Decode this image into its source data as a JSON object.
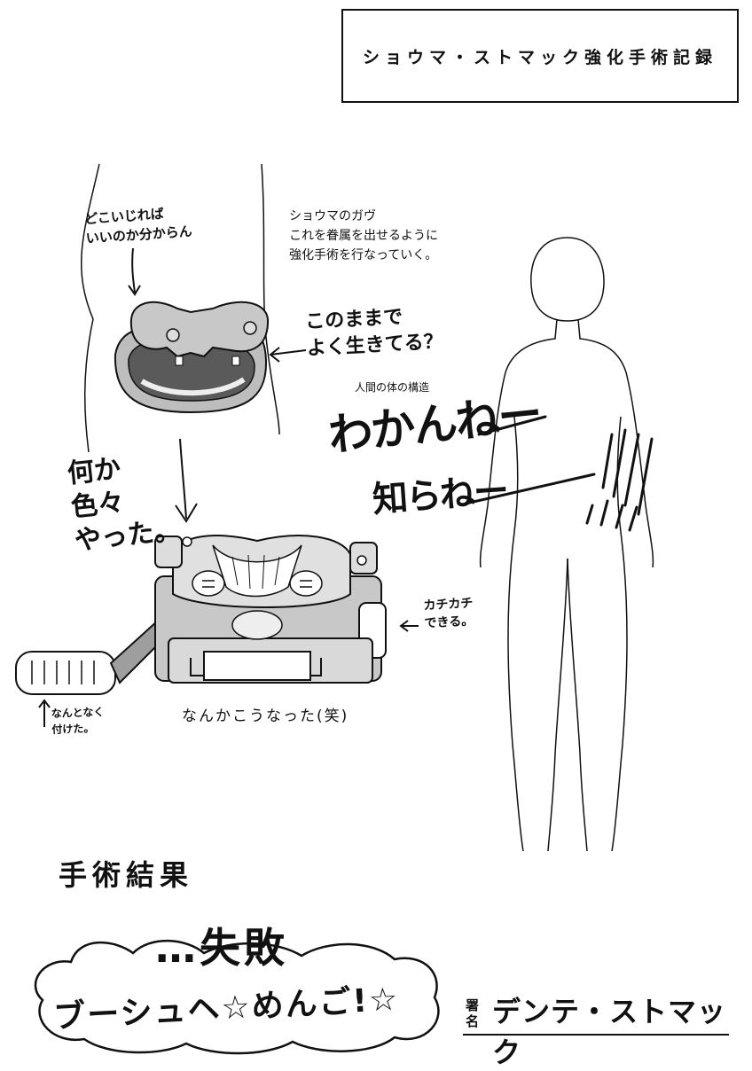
{
  "title": "ショウマ・ストマック強化手術記録",
  "description": "ショウマのガヴ\nこれを眷属を出せるように\n強化手術を行なっていく。",
  "notes": {
    "where_to_touch": "どこいじれば\nいいのか分からん",
    "alive_question": "このままで\nよく生きてる？",
    "did_various": "何か\n色々\nやった。",
    "human_structure": "人間の体の構造",
    "dont_understand": "わかんねー",
    "dont_know": "知らねー",
    "kachikachi": "カチカチ\nできる。",
    "attached": "なんとなく\n付けた。",
    "result_caption": "なんかこうなった(笑)"
  },
  "result": {
    "label": "手術結果",
    "value": "…失敗",
    "apology": "ブーシュヘ☆めんご!☆"
  },
  "signature": {
    "label": "署\n名",
    "name": "デンテ・ストマック"
  },
  "icons": [
    "arrow-icon",
    "star-icon"
  ]
}
